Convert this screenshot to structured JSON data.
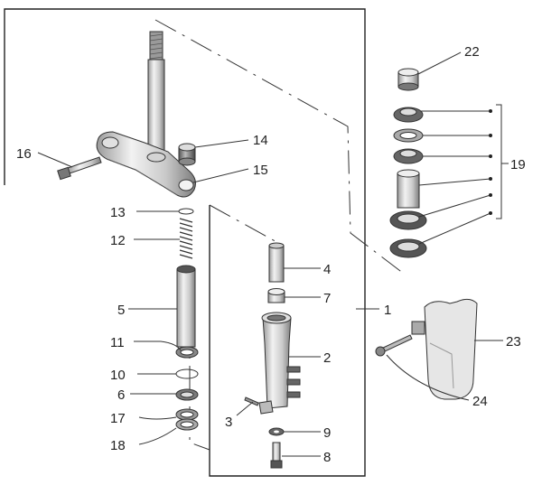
{
  "callouts": {
    "c1": "1",
    "c2": "2",
    "c3": "3",
    "c4": "4",
    "c5": "5",
    "c6": "6",
    "c7": "7",
    "c8": "8",
    "c9": "9",
    "c10": "10",
    "c11": "11",
    "c12": "12",
    "c13": "13",
    "c14": "14",
    "c15": "15",
    "c16": "16",
    "c17": "17",
    "c18": "18",
    "c19": "19",
    "c22": "22",
    "c23": "23",
    "c24": "24"
  },
  "colors": {
    "line": "#333333",
    "metal_light": "#e8e8e8",
    "metal_mid": "#b8b8b8",
    "metal_dark": "#6a6a6a"
  }
}
